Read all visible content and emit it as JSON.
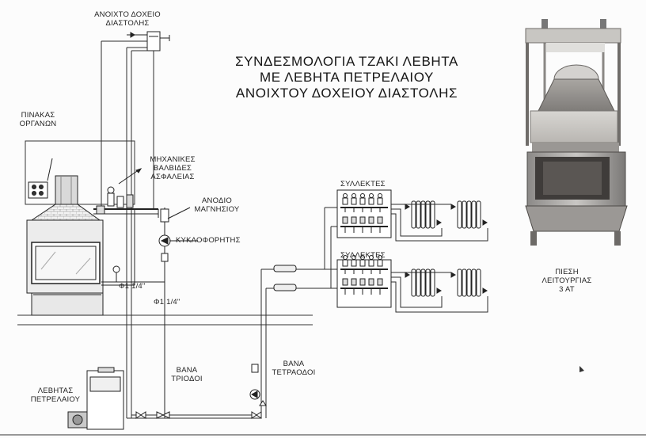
{
  "title": {
    "lines": [
      "ΣΥΝΔΕΣΜΟΛΟΓΙΑ ΤΖΑΚΙ ΛΕΒΗΤΑ",
      "ΜΕ ΛΕΒΗΤΑ ΠΕΤΡΕΛΑΙΟΥ",
      "ΑΝΟΙΧΤΟΥ ΔΟΧΕΙΟΥ ΔΙΑΣΤΟΛΗΣ"
    ]
  },
  "labels": {
    "expansion_tank": "ΑΝΟΙΧΤΟ ΔΟΧΕΙΟ\nΔΙΑΣΤΟΛΗΣ",
    "instrument_panel": "ΠΙΝΑΚΑΣ\nΟΡΓΑΝΩΝ",
    "safety_valves": "ΜΗΧΑΝΙΚΕΣ\nΒΑΛΒΙΔΕΣ\nΑΣΦΑΛΕΙΑΣ",
    "magnesium_anode": "ΑΝΟΔΙΟ\nΜΑΓΝΗΣΙΟΥ",
    "circulator": "ΚΥΚΛΟΦΟΡΗΤΗΣ",
    "pipe_size_1": "Φ1 1/4\"",
    "pipe_size_2": "Φ1 1/4\"",
    "collectors_top": "ΣΥΛΛΕΚΤΕΣ",
    "collectors_bottom": "ΣΥΛΛΕΚΤΕΣ",
    "three_way_valve": "ΒΑΝΑ\nΤΡΙΟΔΟΙ",
    "four_way_valve": "ΒΑΝΑ\nΤΕΤΡΑΟΔΟΙ",
    "oil_boiler": "ΛΕΒΗΤΑΣ\nΠΕΤΡΕΛΑΙΟΥ",
    "operating_pressure": "ΠΙΕΣΗ\nΛΕΙΤΟΥΡΓΙΑΣ\n3 ΑΤ"
  }
}
